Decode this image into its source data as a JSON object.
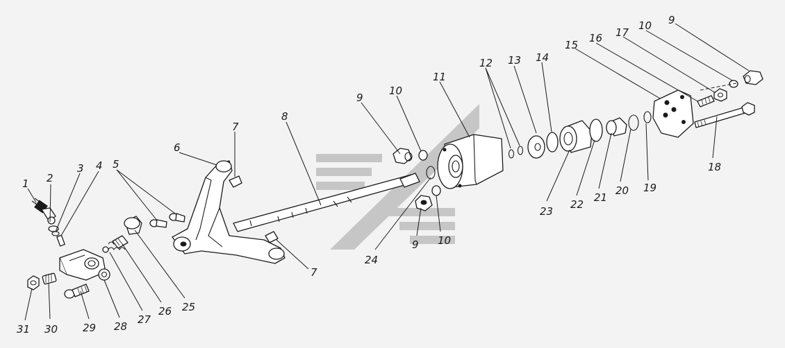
{
  "callouts": {
    "c1": "1",
    "c2": "2",
    "c3": "3",
    "c4": "4",
    "c5": "5",
    "c6": "6",
    "c7a": "7",
    "c7b": "7",
    "c8": "8",
    "c9a": "9",
    "c9b": "9",
    "c9c": "9",
    "c10a": "10",
    "c10b": "10",
    "c10c": "10",
    "c11": "11",
    "c12": "12",
    "c13": "13",
    "c14": "14",
    "c15": "15",
    "c16": "16",
    "c17": "17",
    "c18": "18",
    "c19": "19",
    "c20": "20",
    "c21": "21",
    "c22": "22",
    "c23": "23",
    "c24": "24",
    "c25": "25",
    "c26": "26",
    "c27": "27",
    "c28": "28",
    "c29": "29",
    "c30": "30",
    "c31": "31"
  },
  "colors": {
    "line": "#1a1a1a",
    "background": "#f3f3f3",
    "watermark": "#c6c6c6"
  }
}
